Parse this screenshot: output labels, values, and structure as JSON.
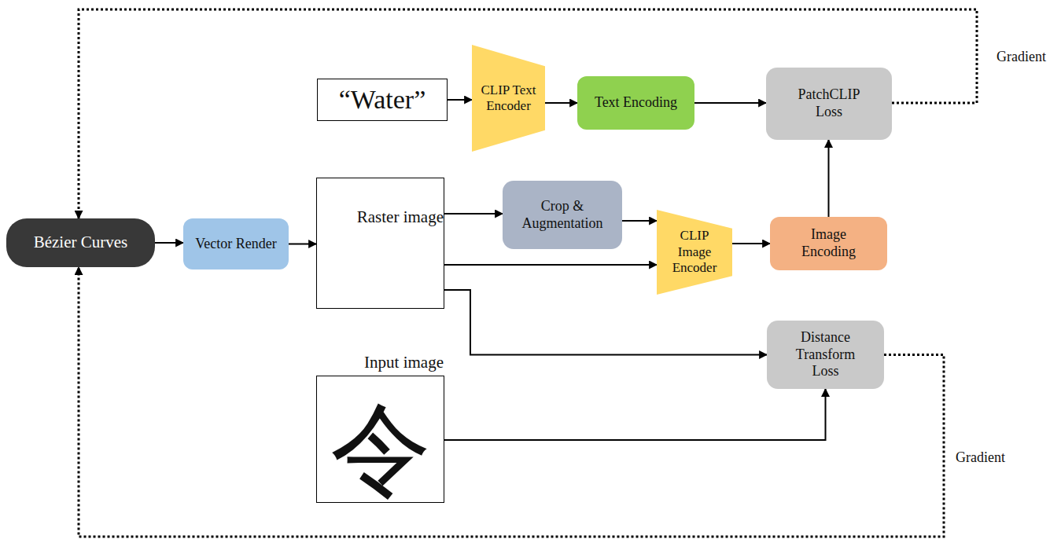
{
  "diagram": {
    "nodes": [
      {
        "text": [
          "Bézier Curves"
        ]
      },
      {
        "text": [
          "Vector Render"
        ]
      },
      {
        "text": [
          "Raster image"
        ]
      },
      {
        "text": [
          "“Water”"
        ]
      },
      {
        "text": [
          "CLIP Text Encoder"
        ]
      },
      {
        "text": [
          "Text Encoding"
        ]
      },
      {
        "text": [
          "PatchCLIP Loss"
        ]
      },
      {
        "text": [
          "Crop & Augmentation"
        ]
      },
      {
        "text": [
          "CLIP Image Encoder"
        ]
      },
      {
        "text": [
          "Image Encoding"
        ]
      },
      {
        "text": [
          "Input image",
          "令"
        ]
      },
      {
        "text": [
          "Distance Transform Loss"
        ]
      }
    ],
    "edges": [
      {
        "from": 0,
        "to": 1,
        "arrow": "to"
      },
      {
        "from": 1,
        "to": 2,
        "arrow": "to"
      },
      {
        "from": 3,
        "to": 4,
        "arrow": "to"
      },
      {
        "from": 4,
        "to": 5,
        "arrow": "to"
      },
      {
        "from": 5,
        "to": 6,
        "arrow": "to"
      },
      {
        "from": 2,
        "to": 7,
        "arrow": "to"
      },
      {
        "from": 7,
        "to": 8,
        "arrow": "to"
      },
      {
        "from": 2,
        "to": 8,
        "arrow": "to"
      },
      {
        "from": 8,
        "to": 9,
        "arrow": "to"
      },
      {
        "from": 9,
        "to": 6,
        "arrow": "to"
      },
      {
        "from": 2,
        "to": 11,
        "arrow": "to"
      },
      {
        "from": 10,
        "to": 11,
        "arrow": "to"
      },
      {
        "from": 6,
        "to": 0,
        "arrow": "to"
      },
      {
        "from": 11,
        "to": 0,
        "arrow": "to"
      }
    ],
    "labels": [
      "Gradient",
      "Gradient"
    ]
  }
}
